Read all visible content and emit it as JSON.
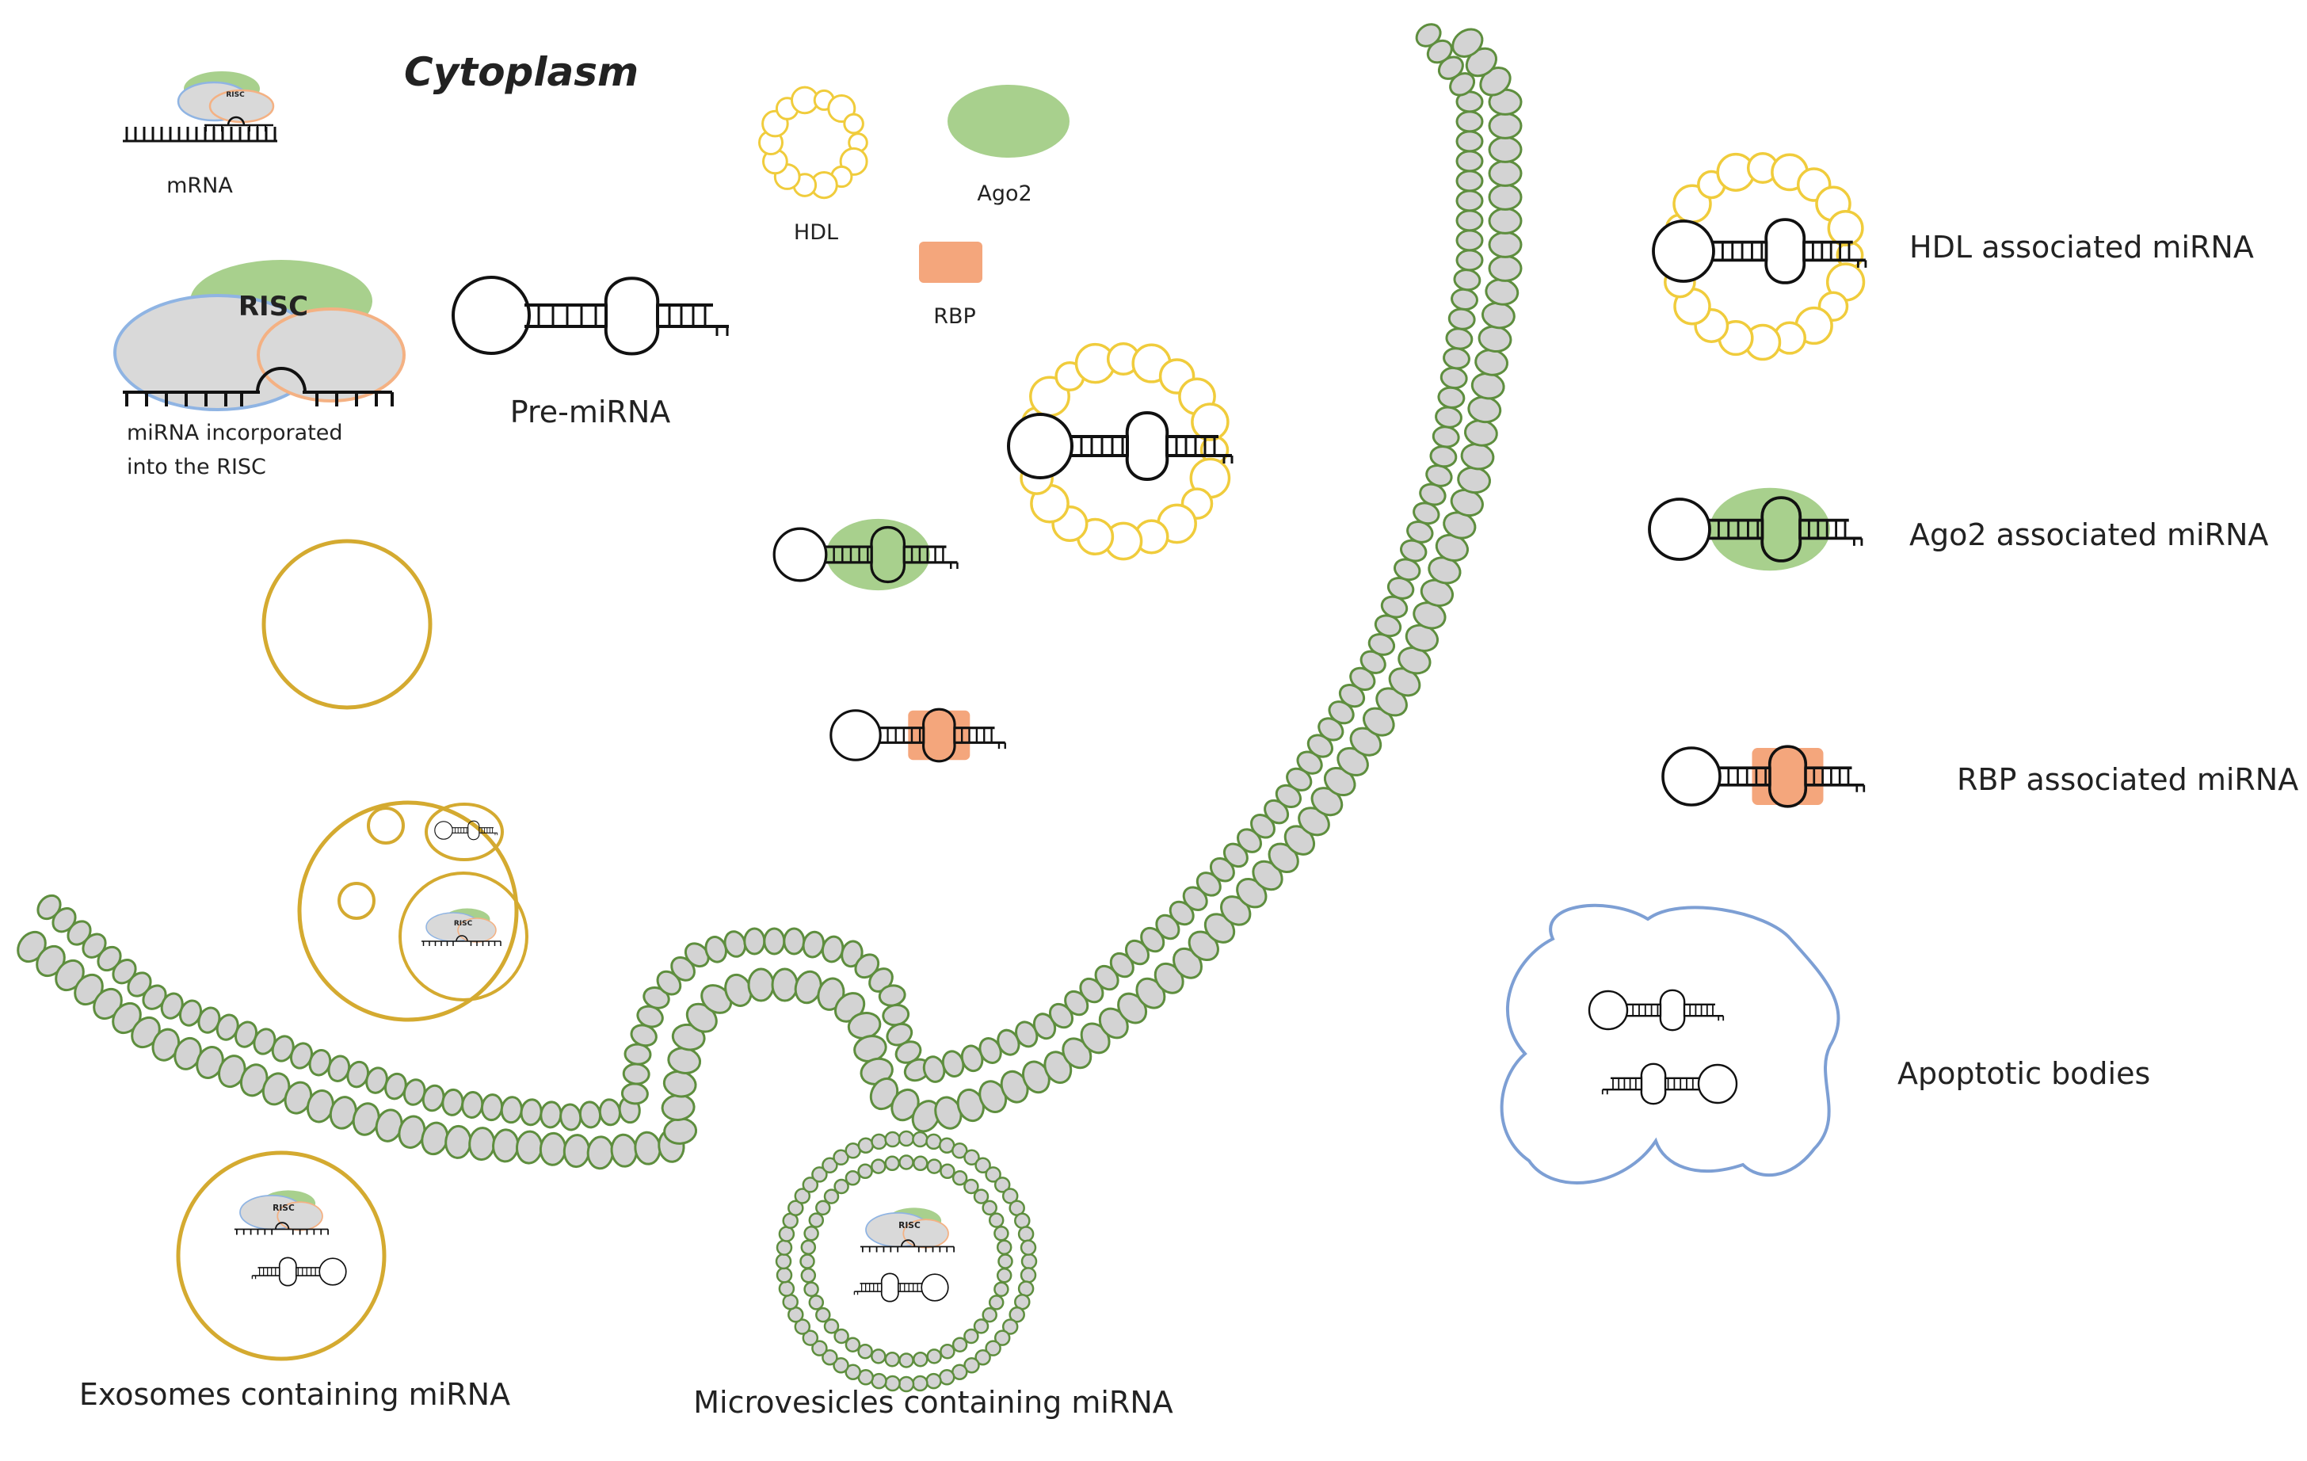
{
  "title": "Cytoplasm",
  "labels": {
    "mrna": "mRNA",
    "risc_short": "RISC",
    "risc": "RISC",
    "risc_caption_1": "miRNA incorporated",
    "risc_caption_2": "into the RISC",
    "pre_mirna": "Pre-miRNA",
    "hdl": "HDL",
    "ago2": "Ago2",
    "rbp": "RBP",
    "hdl_assoc": "HDL associated miRNA",
    "ago2_assoc": "Ago2 associated miRNA",
    "rbp_assoc": "RBP associated miRNA",
    "apoptotic": "Apoptotic bodies",
    "exosomes": "Exosomes containing miRNA",
    "microvesicles": "Microvesicles containing miRNA"
  },
  "colors": {
    "membrane_fill": "#d3d3d3",
    "membrane_stroke": "#5e8e3e",
    "hdl": "#f0cc3c",
    "ago2": "#a8d08d",
    "rbp": "#f4a67c",
    "vesicle": "#d4aa30",
    "apoptotic": "#7d9fd4",
    "risc_blue": "#8fb4e3",
    "risc_green": "#a8d08d",
    "risc_orange": "#f4b183",
    "risc_grey": "#d9d9d9"
  }
}
